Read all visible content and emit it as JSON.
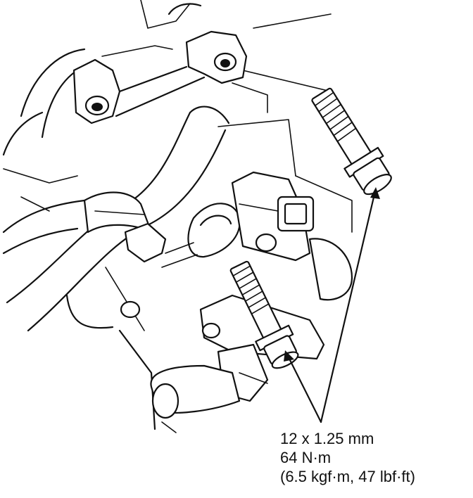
{
  "callout": {
    "size": "12 x 1.25 mm",
    "torque_nm": "64 N·m",
    "torque_alt": "(6.5 kgf·m, 47 lbf·ft)"
  },
  "colors": {
    "line": "#111111",
    "background": "#ffffff"
  },
  "icons": [
    "flange-bolt-icon",
    "leader-arrow-icon"
  ]
}
